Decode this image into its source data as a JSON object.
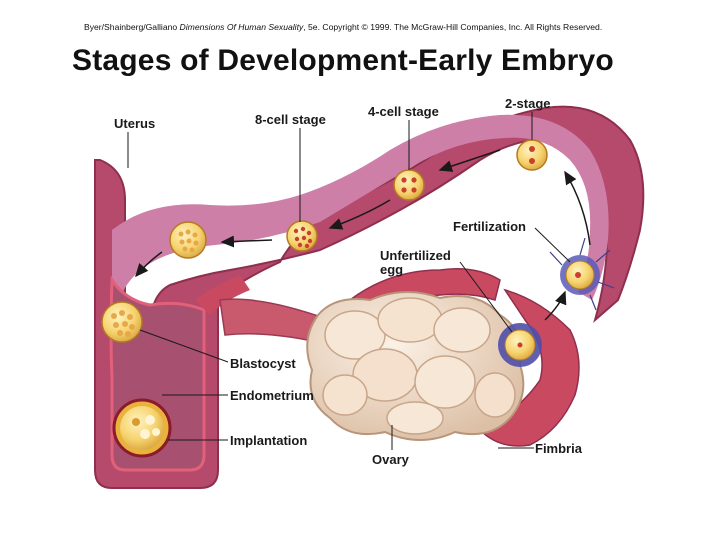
{
  "credit": {
    "authors": "Byer/Shainberg/Galliano",
    "book": "Dimensions Of Human Sexuality",
    "rest": ", 5e. Copyright © 1999. The McGraw-Hill Companies, Inc. All Rights Reserved."
  },
  "title": "Stages of Development-Early Embryo",
  "labels": {
    "uterus": "Uterus",
    "eight_cell": "8-cell stage",
    "four_cell": "4-cell stage",
    "two_stage": "2-stage",
    "fertilization": "Fertilization",
    "unfertilized_1": "Unfertilized",
    "unfertilized_2": "egg",
    "blastocyst": "Blastocyst",
    "endometrium": "Endometrium",
    "implantation": "Implantation",
    "ovary": "Ovary",
    "fimbria": "Fimbria"
  },
  "colors": {
    "tissue": "#b54a6c",
    "tube_lumen": "#cd7fa8",
    "muscle": "#c94a60",
    "ovary": "#f1dccb",
    "cell": "#f7d470",
    "cell_nucleus": "#c9402c",
    "sperm": "#5a5ab8"
  }
}
